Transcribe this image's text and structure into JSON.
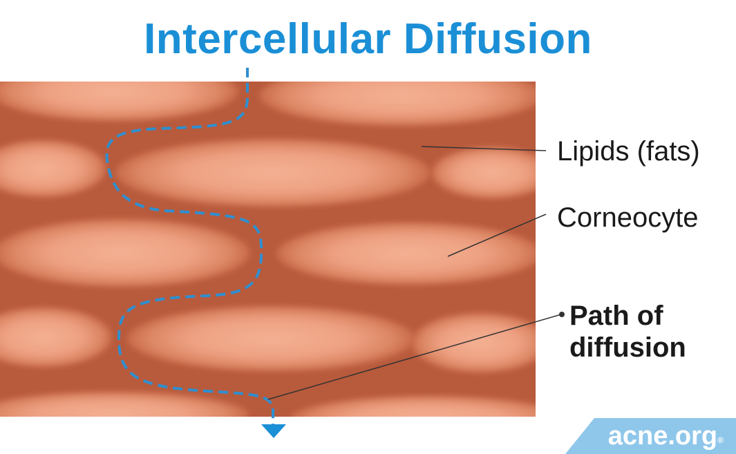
{
  "title": "Intercellular Diffusion",
  "labels": {
    "lipids": "Lipids",
    "lipids_note": "(fats)",
    "corneocyte": "Corneocyte",
    "path_line1": "Path of",
    "path_line2": "diffusion"
  },
  "logo": {
    "text": "acne.org",
    "mark": "®"
  },
  "colors": {
    "title": "#1b8fd6",
    "lipid_matrix": "#b85a3c",
    "corneocyte_center": "#f2aa8a",
    "corneocyte_edge": "#d9805e",
    "path": "#2f8fd0",
    "logo_bg": "#8fc7ea"
  }
}
